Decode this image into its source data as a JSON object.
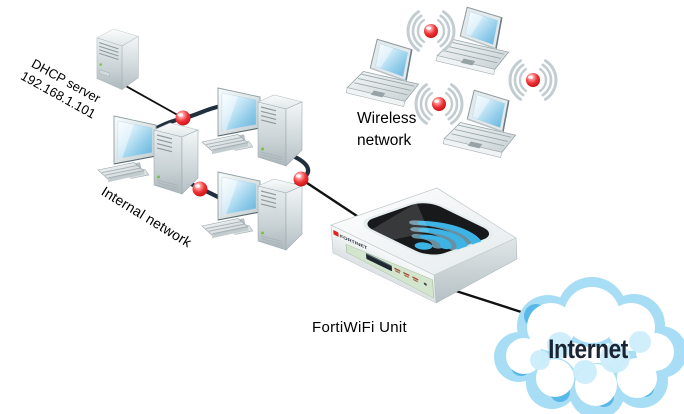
{
  "labels": {
    "dhcp_server_line1": "DHCP server",
    "dhcp_server_line2": "192.168.1.101",
    "internal_network": "Internal network",
    "wireless_network_line1": "Wireless",
    "wireless_network_line2": "network",
    "fortiwifi_unit": "FortiWiFi Unit",
    "fortinet_brand": "FORTINET",
    "internet": "Internet"
  },
  "network": {
    "internal_workstations": 3,
    "wireless_laptops": 3,
    "wired_junction_nodes": 3,
    "wireless_signal_nodes": 3
  },
  "colors": {
    "background": "#ffffff",
    "wire_dark": "#22303d",
    "thin_line": "#111111",
    "node_red": "#e8191c",
    "wifi_arc_blue": "#3eb3e6",
    "wifi_arc_light": "#9fe0fa",
    "panel_black": "#17191b",
    "cloud_blue": "#a8ddf6",
    "cloud_accent": "#58b9e9",
    "internet_text": "#1a2433",
    "brand_red": "#e02325",
    "device_label_green": "#d3e5cd",
    "signal_arc_gray": "#c3cdd1",
    "text_black": "#000000"
  }
}
